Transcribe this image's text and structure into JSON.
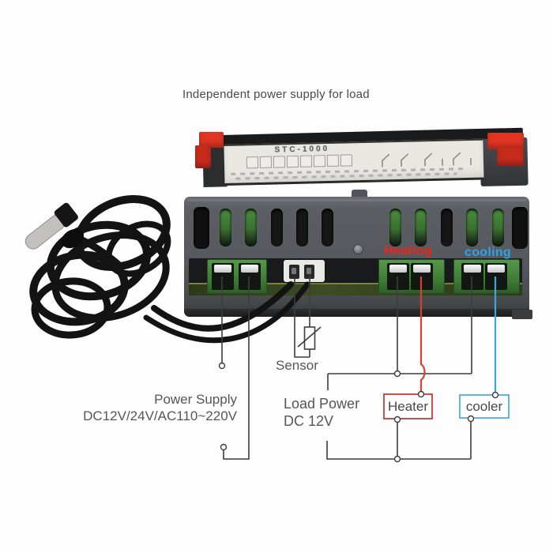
{
  "title": "Independent power supply for load",
  "device": {
    "model": "STC-1000",
    "heating_label": "Heating",
    "cooling_label": "cooling"
  },
  "wiring": {
    "sensor_label": "Sensor",
    "power_supply_line1": "Power Supply",
    "power_supply_line2": "DC12V/24V/AC110~220V",
    "load_power_line1": "Load Power",
    "load_power_line2": "DC 12V",
    "heater_label": "Heater",
    "cooler_label": "cooler"
  },
  "colors": {
    "heating_text": "#f22318",
    "cooling_text": "#2aa5e8",
    "heater_wire": "#cf4434",
    "cooler_wire": "#3fa3dc",
    "diagram_line": "#3d3d3d",
    "label_text": "#565656",
    "terminal_green": "#44883c",
    "housing_gray": "#55585c",
    "clip_red": "#e23524"
  }
}
